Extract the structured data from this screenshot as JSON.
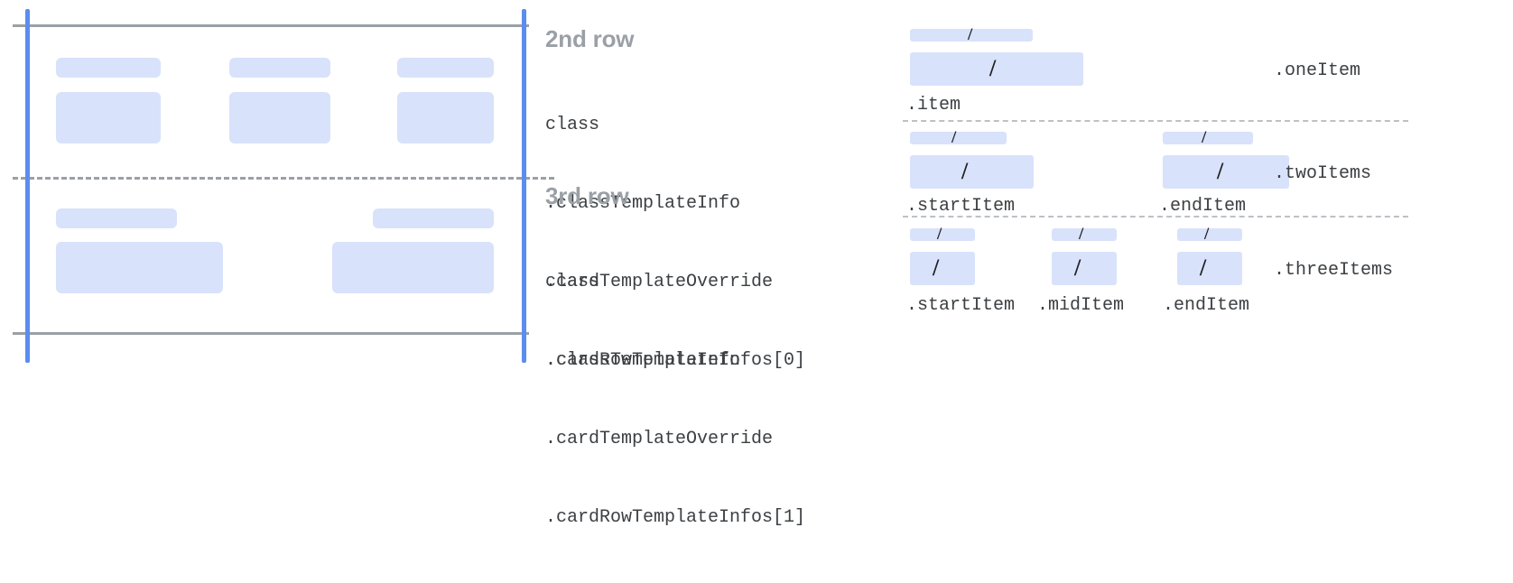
{
  "colors": {
    "placeholder_fill": "#d9e2fb",
    "guide_blue": "#5b8def",
    "guide_gray": "#9aa0a6",
    "separator_gray": "#bdc1c6",
    "title_gray": "#9aa0a6",
    "code_text": "#3c4043",
    "background": "#ffffff"
  },
  "card_panel": {
    "name": "card-preview",
    "rows": [
      {
        "index": 0,
        "items": [
          {
            "bar": true,
            "body": true
          },
          {
            "bar": true,
            "body": true
          },
          {
            "bar": true,
            "body": true
          }
        ]
      },
      {
        "index": 1,
        "items": [
          {
            "bar": true,
            "body": true
          },
          {
            "bar": true,
            "body": true
          }
        ]
      }
    ]
  },
  "text_blocks": [
    {
      "title": "2nd row",
      "lines": [
        "class",
        ".classTemplateInfo",
        ".cardTemplateOverride",
        ".cardRowTemplateInfos[0]"
      ]
    },
    {
      "title": "3rd row",
      "lines": [
        "class",
        ".classTemplateInfo",
        ".cardTemplateOverride",
        ".cardRowTemplateInfos[1]"
      ]
    }
  ],
  "variants": [
    {
      "label": ".oneItem",
      "slots": [
        {
          "label": ".item",
          "slash": "/"
        }
      ]
    },
    {
      "label": ".twoItems",
      "slots": [
        {
          "label": ".startItem",
          "slash": "/"
        },
        {
          "label": ".endItem",
          "slash": "/"
        }
      ]
    },
    {
      "label": ".threeItems",
      "slots": [
        {
          "label": ".startItem",
          "slash": "/"
        },
        {
          "label": ".midItem",
          "slash": "/"
        },
        {
          "label": ".endItem",
          "slash": "/"
        }
      ]
    }
  ]
}
